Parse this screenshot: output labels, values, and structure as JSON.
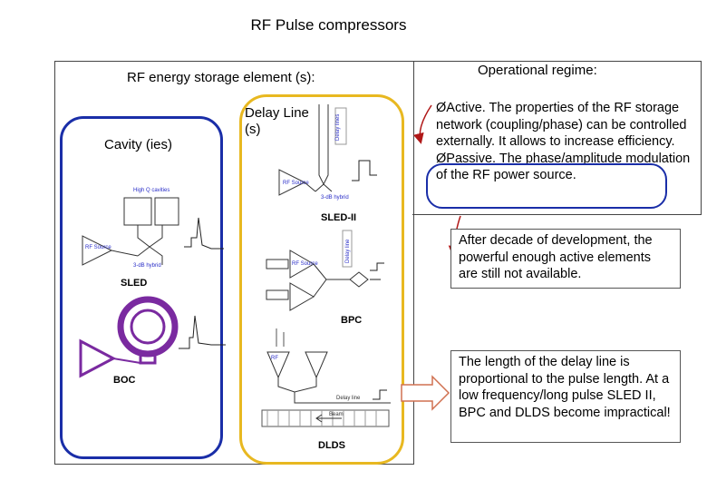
{
  "title": "RF Pulse compressors",
  "storage_label": "RF energy storage element (s):",
  "cavity_label": "Cavity (ies)",
  "delay_label": "Delay Line (s)",
  "regime_label": "Operational regime:",
  "regime_text": "ØActive. The properties of the RF storage network (coupling/phase) can be controlled externally. It allows to increase efficiency. ØPassive. The phase/amplitude modulation of the RF power source.",
  "note1": "After decade of development, the powerful enough active elements are still not available.",
  "note2": "The length of the delay line is proportional to the pulse length. At a low frequency/long pulse SLED II, BPC and DLDS become impractical!",
  "schematics": {
    "sled": "SLED",
    "sled_q": "High Q cavities",
    "sled_rf": "RF Source",
    "sled_hyb": "3-dB hybrid",
    "boc": "BOC",
    "sled2": "SLED-II",
    "sled2_hyb": "3-dB hybrid",
    "sled2_rf": "RF Source",
    "sled2_line": "Delay lines",
    "bpc": "BPC",
    "bpc_rf": "RF Source",
    "bpc_line": "Delay line",
    "dlds": "DLDS",
    "dlds_beam": "Beam",
    "dlds_rf": "RF",
    "dlds_line": "Delay line"
  },
  "colors": {
    "cavity_outline": "#1a2ea8",
    "delay_outline": "#e8b820",
    "arrow_red": "#b01818",
    "hollow_arrow": "#d07050",
    "boc_purple": "#7a2aa0"
  }
}
